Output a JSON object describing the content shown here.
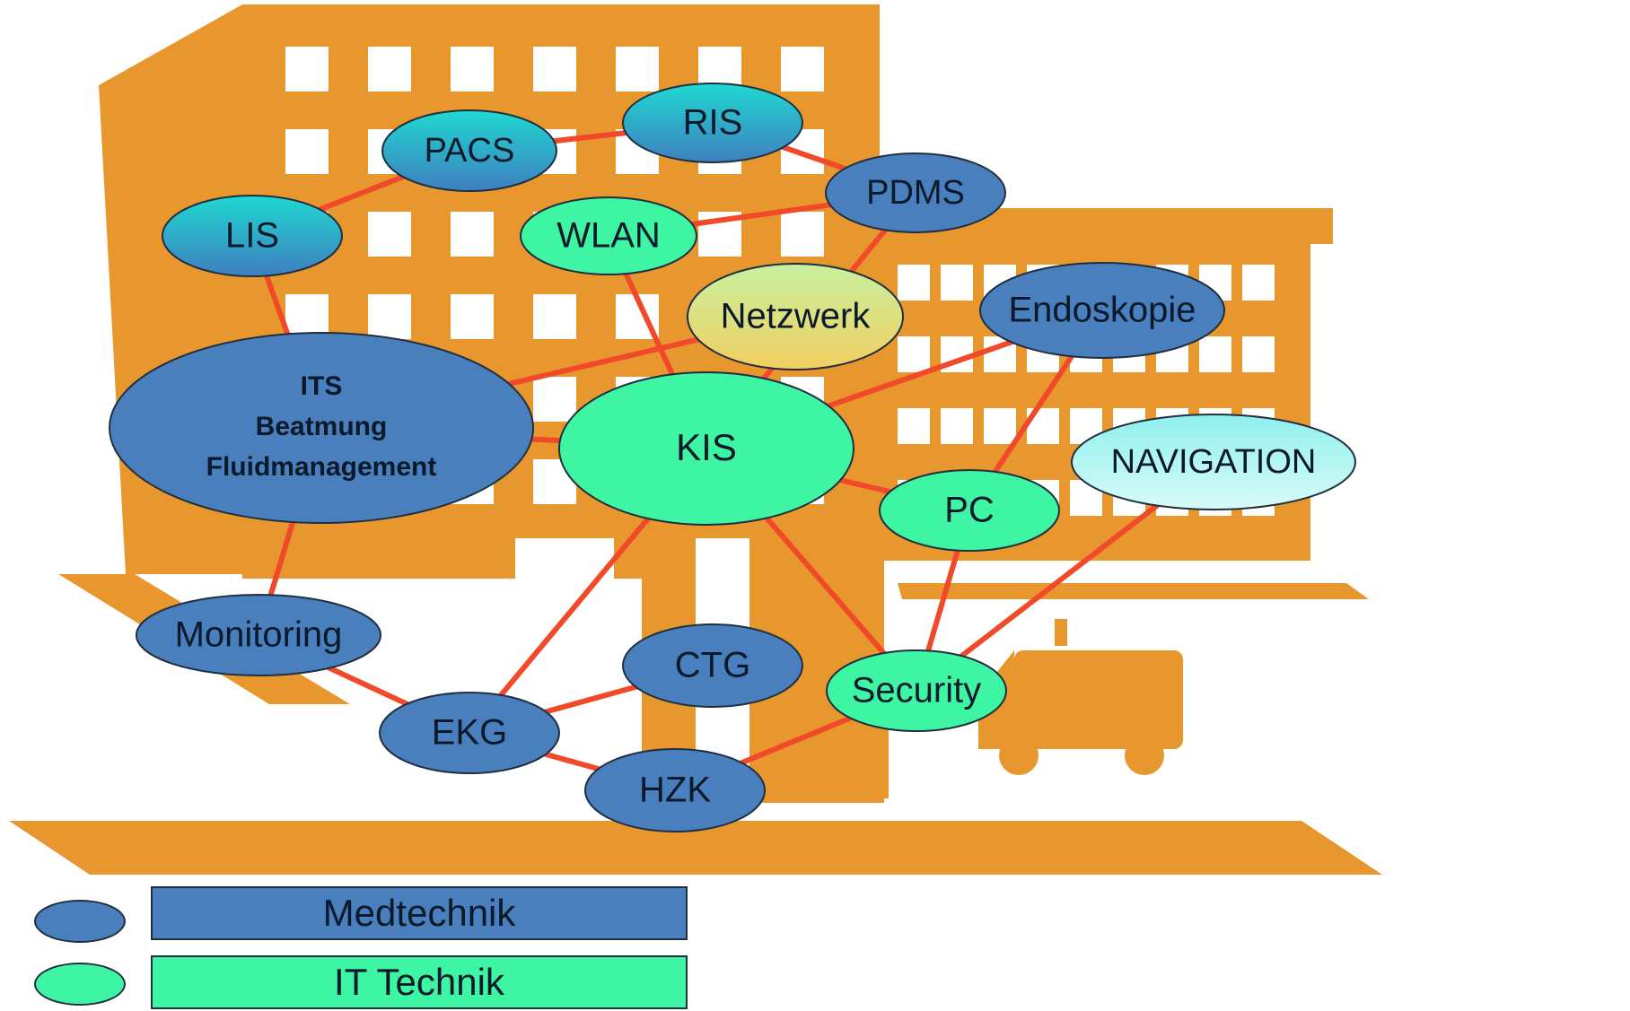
{
  "colors": {
    "building": "#e8972e",
    "window": "#ffffff",
    "edge": "#f04a2a",
    "medtech": "#4a7fbd",
    "ittech": "#3ef5a3",
    "netzwerk_top": "#c8f0a0",
    "netzwerk_bottom": "#f2cf60",
    "navigation_top": "#8ff0ec",
    "navigation_bottom": "#d8fbf8",
    "gradient_top": "#1fd9d1",
    "gradient_bottom": "#3f7fc0"
  },
  "nodes": [
    {
      "id": "pacs",
      "label": "PACS",
      "category": "gradient"
    },
    {
      "id": "ris",
      "label": "RIS",
      "category": "gradient"
    },
    {
      "id": "lis",
      "label": "LIS",
      "category": "gradient"
    },
    {
      "id": "pdms",
      "label": "PDMS",
      "category": "medtech"
    },
    {
      "id": "wlan",
      "label": "WLAN",
      "category": "ittech"
    },
    {
      "id": "netzwerk",
      "label": "Netzwerk",
      "category": "netzwerk"
    },
    {
      "id": "endoskopie",
      "label": "Endoskopie",
      "category": "medtech"
    },
    {
      "id": "its",
      "label_lines": [
        "ITS",
        "Beatmung",
        "Fluidmanagement"
      ],
      "category": "medtech"
    },
    {
      "id": "kis",
      "label": "KIS",
      "category": "ittech"
    },
    {
      "id": "navigation",
      "label": "NAVIGATION",
      "category": "navigation"
    },
    {
      "id": "pc",
      "label": "PC",
      "category": "ittech"
    },
    {
      "id": "monitoring",
      "label": "Monitoring",
      "category": "medtech"
    },
    {
      "id": "ctg",
      "label": "CTG",
      "category": "medtech"
    },
    {
      "id": "security",
      "label": "Security",
      "category": "ittech"
    },
    {
      "id": "ekg",
      "label": "EKG",
      "category": "medtech"
    },
    {
      "id": "hzk",
      "label": "HZK",
      "category": "medtech"
    }
  ],
  "edges": [
    [
      "lis",
      "pacs"
    ],
    [
      "pacs",
      "ris"
    ],
    [
      "ris",
      "pdms"
    ],
    [
      "wlan",
      "pdms"
    ],
    [
      "lis",
      "its"
    ],
    [
      "wlan",
      "kis"
    ],
    [
      "netzwerk",
      "its"
    ],
    [
      "pdms",
      "kis"
    ],
    [
      "endoskopie",
      "kis"
    ],
    [
      "endoskopie",
      "pc"
    ],
    [
      "its",
      "kis"
    ],
    [
      "kis",
      "pc"
    ],
    [
      "its",
      "monitoring"
    ],
    [
      "kis",
      "ekg"
    ],
    [
      "kis",
      "security"
    ],
    [
      "pc",
      "security"
    ],
    [
      "navigation",
      "security"
    ],
    [
      "monitoring",
      "ekg"
    ],
    [
      "ctg",
      "ekg"
    ],
    [
      "ekg",
      "hzk"
    ],
    [
      "hzk",
      "security"
    ]
  ],
  "legend": {
    "medtech_label": "Medtechnik",
    "ittech_label": "IT Technik"
  }
}
